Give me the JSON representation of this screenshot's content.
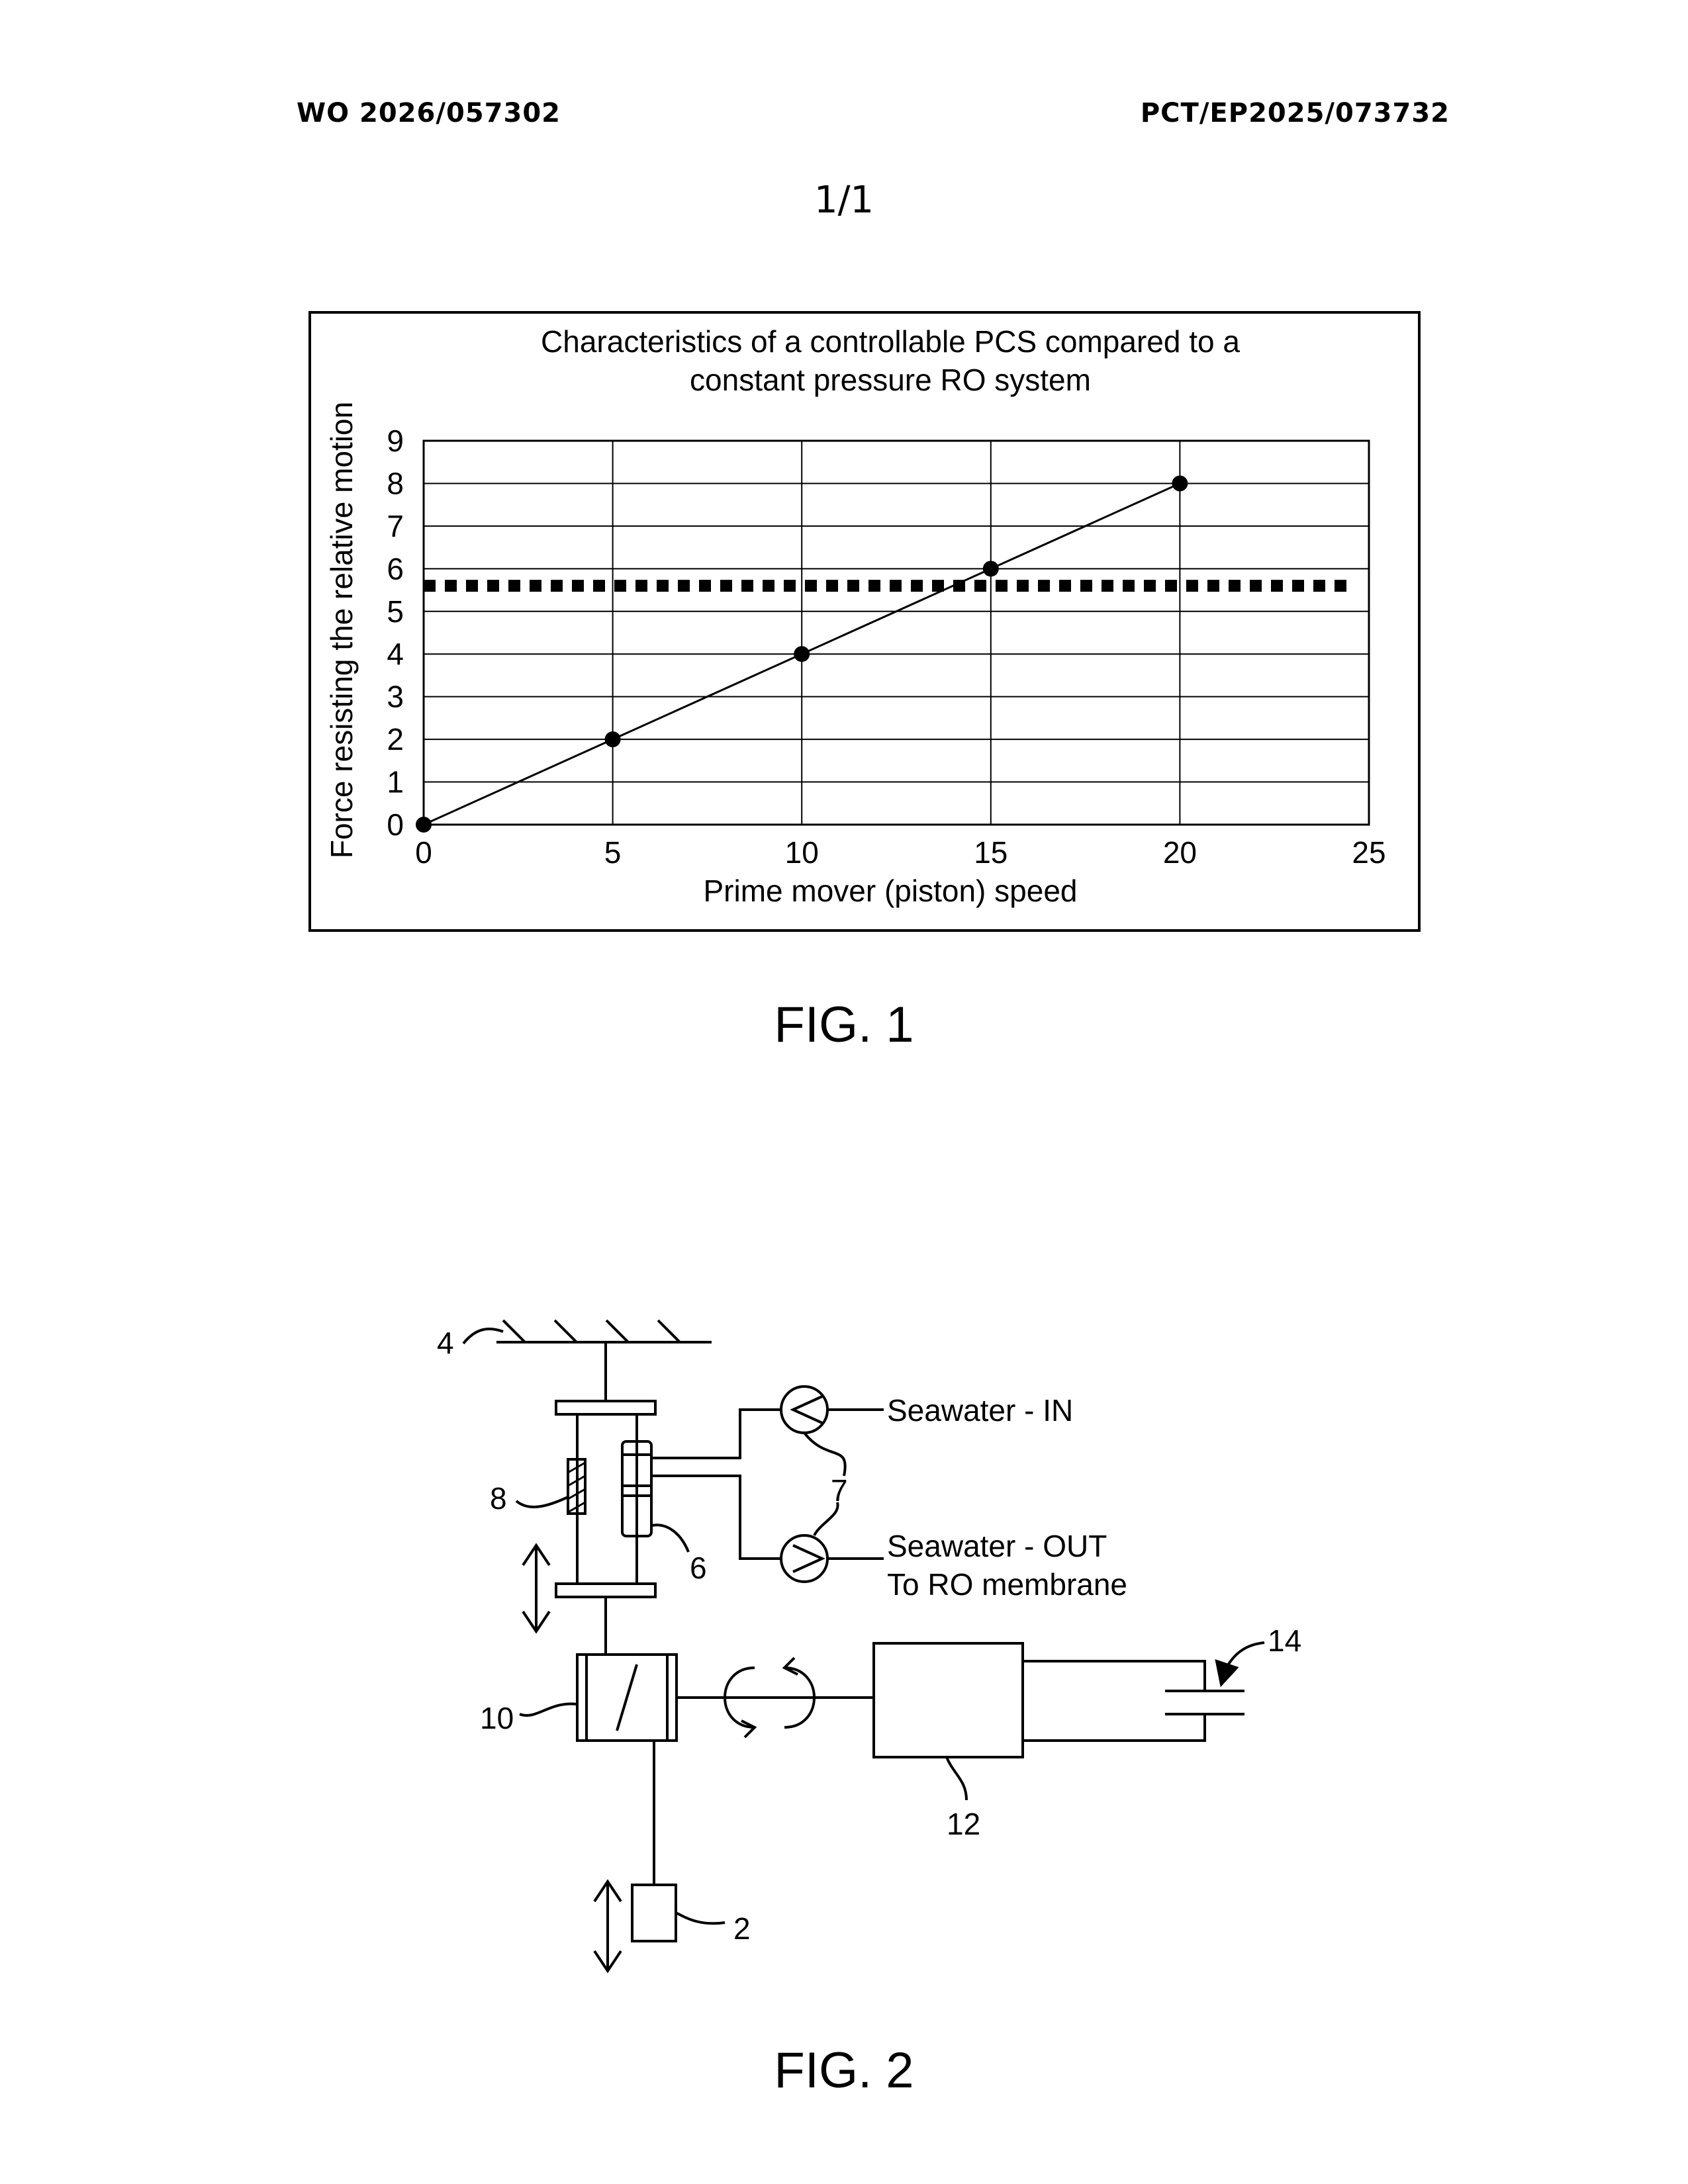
{
  "header": {
    "publication_number": "WO 2026/057302",
    "application_number": "PCT/EP2025/073732"
  },
  "sheet": "1/1",
  "figures": {
    "fig1_caption": "FIG. 1",
    "fig2_caption": "FIG. 2"
  },
  "chart_data": {
    "type": "line",
    "title_line1": "Characteristics of a controllable PCS compared to a",
    "title_line2": "constant pressure RO system",
    "xlabel": "Prime mover (piston) speed",
    "ylabel": "Force resisting the relative motion",
    "xlim": [
      0,
      25
    ],
    "ylim": [
      0,
      9
    ],
    "x_ticks": [
      0,
      5,
      10,
      15,
      20,
      25
    ],
    "y_ticks": [
      0,
      1,
      2,
      3,
      4,
      5,
      6,
      7,
      8,
      9
    ],
    "grid": true,
    "series": [
      {
        "style": "solid-with-markers",
        "x": [
          0,
          5,
          10,
          15,
          20
        ],
        "y": [
          0,
          2,
          4,
          6,
          8
        ]
      },
      {
        "style": "dotted",
        "x": [
          0,
          24.5
        ],
        "y": [
          5.6,
          5.6
        ]
      }
    ]
  },
  "diagram": {
    "labels": {
      "ref_2": "2",
      "ref_4": "4",
      "ref_6": "6",
      "ref_7": "7",
      "ref_8": "8",
      "ref_10": "10",
      "ref_12": "12",
      "ref_14": "14",
      "seawater_in": "Seawater - IN",
      "seawater_out": "Seawater - OUT",
      "to_ro": "To RO membrane"
    }
  }
}
